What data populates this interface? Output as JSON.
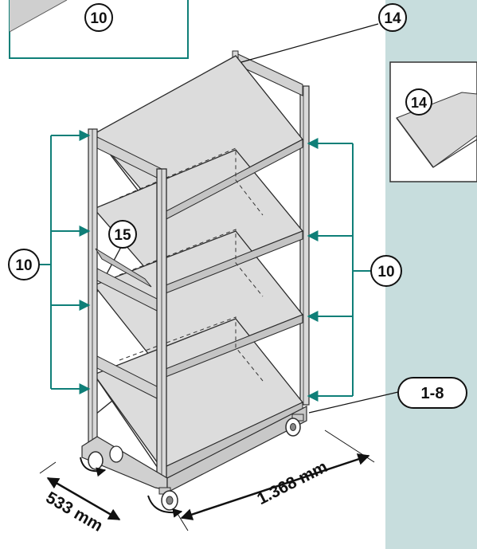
{
  "colors": {
    "side_panel": "#c7dddd",
    "teal": "#0f7f78",
    "shelf_fill": "#dcdcdc",
    "frame": "#2b2b2b",
    "frame_fill": "#d9d9d9"
  },
  "callouts": {
    "top_left_detail": "10",
    "top_shelf": "14",
    "detail_panel": "14",
    "middle_part": "15",
    "left_group": "10",
    "right_group": "10",
    "bottom_part": "1-8"
  },
  "dimensions": {
    "depth": "533 mm",
    "width": "1.368 mm"
  }
}
